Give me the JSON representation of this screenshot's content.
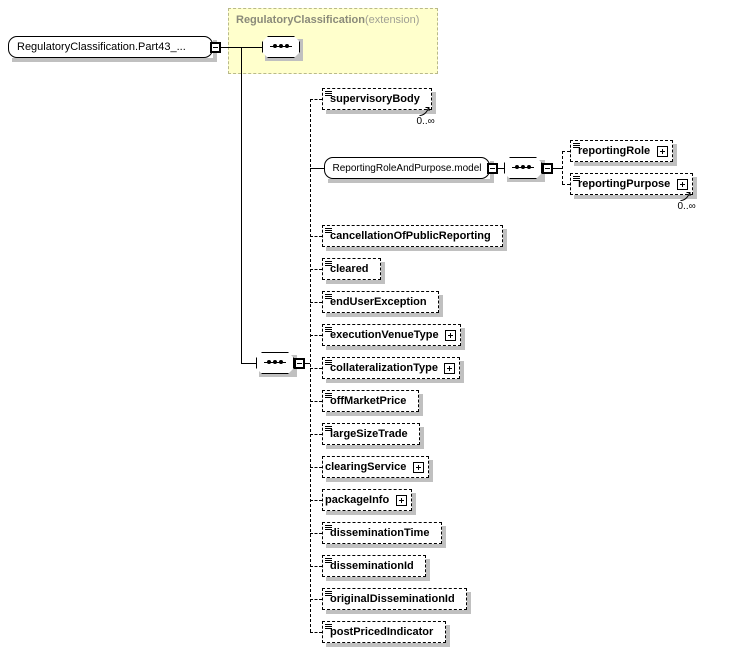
{
  "diagram": {
    "type": "xsd-schema-tree",
    "background": "#ffffff",
    "root": {
      "label": "RegulatoryClassification.Part43_...",
      "collapse_icon": "minus-icon"
    },
    "extension_group": {
      "name": "RegulatoryClassification",
      "kind": "(extension)",
      "fill": "#ffffcc",
      "border": "#b9b98a",
      "compositor": "sequence-icon"
    },
    "main_compositor": "sequence-icon",
    "children": [
      {
        "label": "supervisoryBody",
        "optional": true,
        "has_attr_icon": true,
        "expandable": false,
        "multiplicity": "0..∞"
      },
      {
        "label": "ReportingRoleAndPurpose.model",
        "kind": "model-group",
        "optional": false,
        "collapse_icon": "minus-icon",
        "compositor": "sequence-icon",
        "children": [
          {
            "label": "reportingRole",
            "optional": true,
            "has_attr_icon": true,
            "expandable": true,
            "multiplicity": ""
          },
          {
            "label": "reportingPurpose",
            "optional": true,
            "has_attr_icon": true,
            "expandable": true,
            "multiplicity": "0..∞"
          }
        ]
      },
      {
        "label": "cancellationOfPublicReporting",
        "optional": true,
        "has_attr_icon": true,
        "expandable": false,
        "multiplicity": ""
      },
      {
        "label": "cleared",
        "optional": true,
        "has_attr_icon": true,
        "expandable": false,
        "multiplicity": ""
      },
      {
        "label": "endUserException",
        "optional": true,
        "has_attr_icon": true,
        "expandable": false,
        "multiplicity": ""
      },
      {
        "label": "executionVenueType",
        "optional": true,
        "has_attr_icon": true,
        "expandable": true,
        "multiplicity": ""
      },
      {
        "label": "collateralizationType",
        "optional": true,
        "has_attr_icon": true,
        "expandable": true,
        "multiplicity": ""
      },
      {
        "label": "offMarketPrice",
        "optional": true,
        "has_attr_icon": true,
        "expandable": false,
        "multiplicity": ""
      },
      {
        "label": "largeSizeTrade",
        "optional": true,
        "has_attr_icon": true,
        "expandable": false,
        "multiplicity": ""
      },
      {
        "label": "clearingService",
        "optional": true,
        "has_attr_icon": false,
        "expandable": true,
        "multiplicity": ""
      },
      {
        "label": "packageInfo",
        "optional": true,
        "has_attr_icon": false,
        "expandable": true,
        "multiplicity": ""
      },
      {
        "label": "disseminationTime",
        "optional": true,
        "has_attr_icon": true,
        "expandable": false,
        "multiplicity": ""
      },
      {
        "label": "disseminationId",
        "optional": true,
        "has_attr_icon": true,
        "expandable": false,
        "multiplicity": ""
      },
      {
        "label": "originalDisseminationId",
        "optional": true,
        "has_attr_icon": true,
        "expandable": false,
        "multiplicity": ""
      },
      {
        "label": "postPricedIndicator",
        "optional": true,
        "has_attr_icon": true,
        "expandable": false,
        "multiplicity": ""
      }
    ]
  }
}
